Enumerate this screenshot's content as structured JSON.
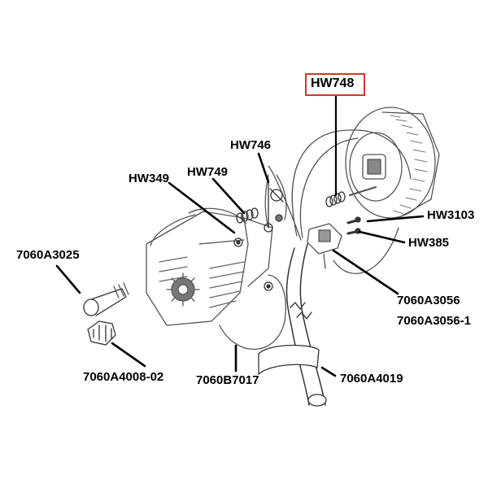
{
  "diagram": {
    "highlight_color": "#d9362b",
    "line_color": "#000000",
    "labels": {
      "hw748": "HW748",
      "hw746": "HW746",
      "hw749": "HW749",
      "hw349": "HW349",
      "hw3103": "HW3103",
      "hw385": "HW385",
      "p7060a3025": "7060A3025",
      "p7060a3056": "7060A3056",
      "p7060a3056_1": "7060A3056-1",
      "p7060a4008_02": "7060A4008-02",
      "p7060b7017": "7060B7017",
      "p7060a4019": "7060A4019"
    }
  }
}
